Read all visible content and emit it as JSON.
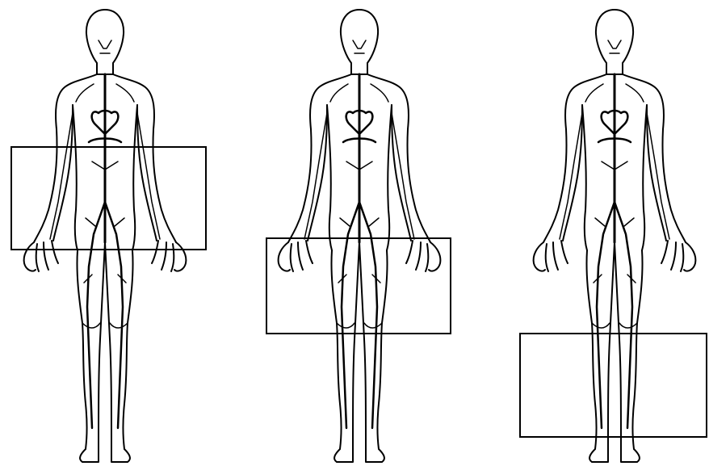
{
  "figures": [
    {
      "highlighted_region": "abdomen"
    },
    {
      "highlighted_region": "thighs"
    },
    {
      "highlighted_region": "lower legs"
    }
  ],
  "colors": {
    "line": "#000000",
    "background": "#ffffff"
  },
  "icons": [
    "human-body-circulatory-icon"
  ]
}
